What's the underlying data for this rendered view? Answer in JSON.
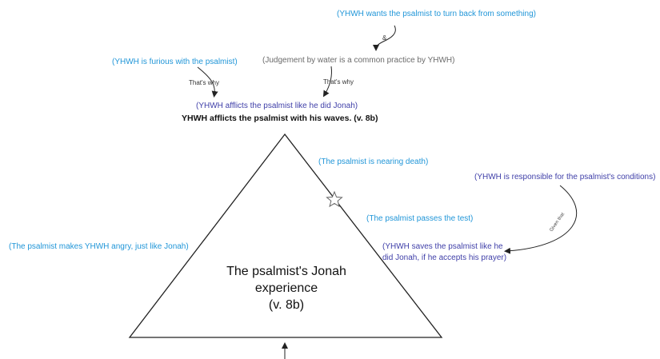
{
  "labels": {
    "turn_back": "(YHWH wants the psalmist to turn back from something)",
    "ampersand": "&",
    "judgement": "(Judgement by water is a common practice by YHWH)",
    "furious": "(YHWH is furious with the psalmist)",
    "thats_why_left": "That's why",
    "thats_why_right": "That's why",
    "afflicts_jonah": "(YHWH afflicts the psalmist like he did Jonah)",
    "afflicts_waves": "YHWH afflicts the psalmist with his waves. (v. 8b)",
    "nearing_death": "(The psalmist is nearing death)",
    "responsible": "(YHWH is responsible for the psalmist's conditions)",
    "passes_test": "(The psalmist passes the test)",
    "makes_angry": "(The psalmist makes YHWH angry, just like Jonah)",
    "saves_line1": "(YHWH saves the psalmist like he",
    "saves_line2": "did Jonah, if he accepts his prayer)",
    "given_that": "Given that",
    "center_line1": "The psalmist's Jonah",
    "center_line2": "experience",
    "center_line3": "(v. 8b)"
  },
  "colors": {
    "blue": "#2196d8",
    "indigo": "#3f3fa8",
    "gray": "#6b6b6b",
    "line": "#222222"
  },
  "icons": [
    "star-icon"
  ]
}
